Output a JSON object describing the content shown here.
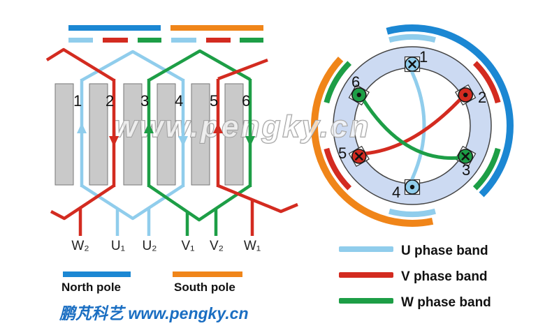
{
  "watermark": "www.pengky.cn",
  "colors": {
    "north_pole_blue": "#1b87d3",
    "south_pole_orange": "#f08519",
    "u_phase_light_blue": "#90cdec",
    "v_phase_red": "#d32b20",
    "w_phase_green": "#1d9e46",
    "slot_gray": "#c9c9c9",
    "ring_fill": "#ccdaf2",
    "brand_blue": "#1a6ec2"
  },
  "left_diagram": {
    "slot_numbers": [
      "1",
      "2",
      "3",
      "4",
      "5",
      "6"
    ],
    "terminals": [
      "W₂",
      "U₁",
      "U₂",
      "V₁",
      "V₂",
      "W₁"
    ],
    "legend": {
      "north": "North pole",
      "south": "South pole"
    }
  },
  "right_diagram": {
    "slot_numbers": [
      "1",
      "2",
      "3",
      "4",
      "5",
      "6"
    ],
    "legend": [
      {
        "label": "U phase band",
        "color": "#90cdec"
      },
      {
        "label": "V phase band",
        "color": "#d32b20"
      },
      {
        "label": "W phase band",
        "color": "#1d9e46"
      }
    ]
  },
  "footer": {
    "brand": "鹏芃科艺 www.pengky.cn"
  }
}
